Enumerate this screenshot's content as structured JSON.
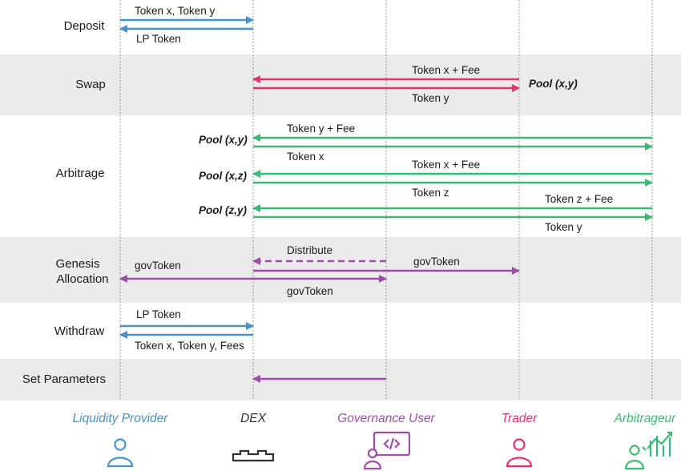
{
  "colors": {
    "liquidity_provider": "#4a90c4",
    "dex": "#333333",
    "governance_user": "#9b4fa5",
    "trader": "#e0336b",
    "arbitrageur": "#3eb877",
    "band": "#ebebeb"
  },
  "rows": {
    "deposit": "Deposit",
    "swap": "Swap",
    "arbitrage": "Arbitrage",
    "genesis_line1": "Genesis",
    "genesis_line2": "Allocation",
    "withdraw": "Withdraw",
    "set_parameters": "Set Parameters"
  },
  "messages": {
    "deposit_tokens": "Token x, Token y",
    "deposit_lp": "LP Token",
    "swap_token_x_fee": "Token x + Fee",
    "swap_token_y": "Token y",
    "swap_pool": "Pool (x,y)",
    "arb_pool_xy": "Pool (x,y)",
    "arb_token_y_fee": "Token y + Fee",
    "arb_token_x": "Token x",
    "arb_pool_xz": "Pool (x,z)",
    "arb_token_x_fee": "Token x + Fee",
    "arb_token_z": "Token z",
    "arb_pool_zy": "Pool (z,y)",
    "arb_token_z_fee": "Token z + Fee",
    "arb_token_y2": "Token y",
    "gen_distribute": "Distribute",
    "gen_govtoken_trader": "govToken",
    "gen_govtoken_lp": "govToken",
    "gen_govtoken_gov": "govToken",
    "withdraw_lp": "LP Token",
    "withdraw_tokens": "Token x, Token y, Fees"
  },
  "actors": {
    "liquidity_provider": {
      "label": "Liquidity Provider",
      "icon": "person-icon"
    },
    "dex": {
      "label": "DEX",
      "icon": "dex-blocks-icon"
    },
    "governance_user": {
      "label": "Governance User",
      "icon": "developer-monitor-icon"
    },
    "trader": {
      "label": "Trader",
      "icon": "person-icon"
    },
    "arbitrageur": {
      "label": "Arbitrageur",
      "icon": "person-chart-icon"
    }
  }
}
